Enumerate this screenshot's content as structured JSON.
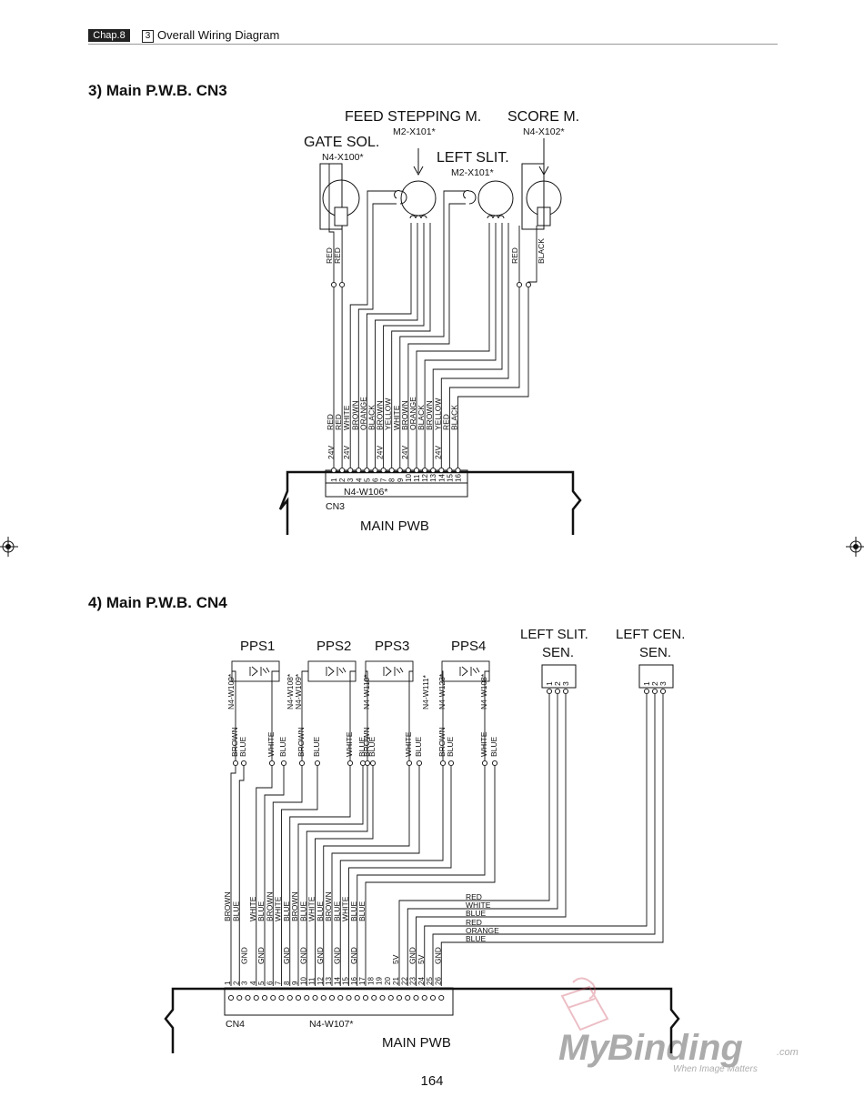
{
  "header": {
    "chapter": "Chap.8",
    "section_num": "3",
    "section_title": "Overall Wiring Diagram"
  },
  "cn3": {
    "heading": "3) Main P.W.B. CN3",
    "components": {
      "feed_name": "FEED STEPPING M.",
      "feed_part": "M2-X101*",
      "score_name": "SCORE M.",
      "score_part": "N4-X102*",
      "gate_name": "GATE SOL.",
      "gate_part": "N4-X100*",
      "left_name": "LEFT SLIT.",
      "left_part": "M2-X101*"
    },
    "top_labels": [
      "RED",
      "RED",
      "RED",
      "BLACK"
    ],
    "wires": [
      "RED",
      "RED",
      "WHITE",
      "BROWN",
      "ORANGE",
      "BLACK",
      "BROWN",
      "YELLOW",
      "WHITE",
      "BROWN",
      "ORANGE",
      "BLACK",
      "BROWN",
      "YELLOW",
      "RED",
      "BLACK"
    ],
    "voltage": "24V",
    "pins": [
      "1",
      "2",
      "3",
      "4",
      "5",
      "6",
      "7",
      "8",
      "9",
      "10",
      "11",
      "12",
      "13",
      "14",
      "15",
      "16"
    ],
    "harness": "N4-W106*",
    "connector": "CN3",
    "board": "MAIN PWB"
  },
  "cn4": {
    "heading": "4) Main P.W.B. CN4",
    "pps": [
      "PPS1",
      "PPS2",
      "PPS3",
      "PPS4"
    ],
    "sensor1": {
      "line1": "LEFT SLIT.",
      "line2": "SEN."
    },
    "sensor2": {
      "line1": "LEFT CEN.",
      "line2": "SEN."
    },
    "sensor_pins": [
      "1",
      "2",
      "3"
    ],
    "harness_tags": [
      "N4-W109*",
      "N4-W108*",
      "N4-W109*",
      "N4-W110*",
      "N4-W111*",
      "N4-W123*",
      "N4-W108*"
    ],
    "top_labels": [
      "BROWN",
      "BLUE",
      "WHITE",
      "BLUE",
      "BROWN",
      "BLUE",
      "WHITE",
      "BLUE",
      "BROWN",
      "BLUE",
      "WHITE",
      "BLUE",
      "BROWN",
      "BLUE",
      "WHITE",
      "BLUE"
    ],
    "wires": [
      "BROWN",
      "BLUE",
      "WHITE",
      "BLUE",
      "BROWN",
      "WHITE",
      "BLUE",
      "BROWN",
      "BLUE",
      "WHITE",
      "BLUE",
      "BROWN",
      "BLUE",
      "WHITE",
      "BLUE",
      "BLUE"
    ],
    "sensor_wires": [
      "RED",
      "WHITE",
      "BLUE",
      "RED",
      "ORANGE",
      "BLUE"
    ],
    "pins": [
      "1",
      "2",
      "3",
      "4",
      "5",
      "6",
      "7",
      "8",
      "9",
      "10",
      "11",
      "12",
      "13",
      "14",
      "15",
      "16",
      "17",
      "18",
      "19",
      "20",
      "21",
      "22",
      "23",
      "24",
      "25",
      "26"
    ],
    "gnd": "GND",
    "v5": "5V",
    "harness": "N4-W107*",
    "connector": "CN4",
    "board": "MAIN PWB"
  },
  "page_number": "164",
  "watermark": {
    "brand_a": "My",
    "brand_b": "Binding",
    "suffix": ".com",
    "tagline": "When Image Matters"
  }
}
